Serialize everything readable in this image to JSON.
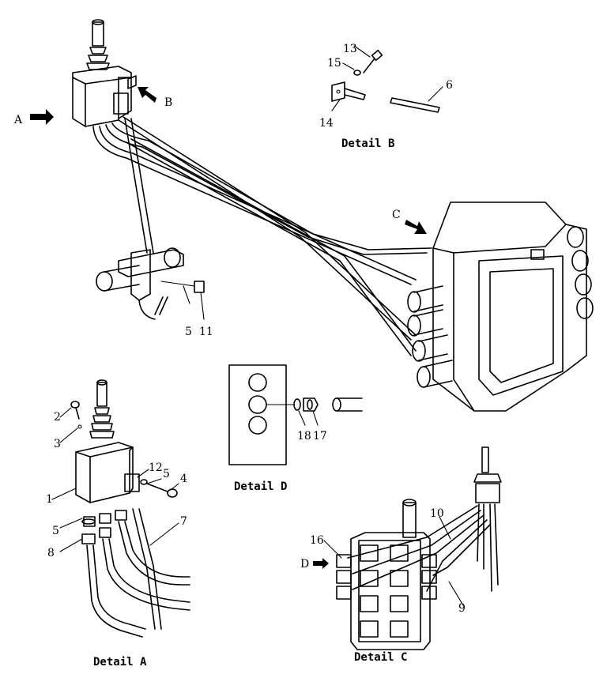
{
  "views": {
    "A": "A",
    "B": "B",
    "C": "C",
    "D": "D"
  },
  "captions": {
    "detail_a": "Detail A",
    "detail_b": "Detail B",
    "detail_c": "Detail C",
    "detail_d": "Detail D"
  },
  "parts": {
    "p1": "1",
    "p2": "2",
    "p3": "3",
    "p4": "4",
    "p5": "5",
    "p6": "6",
    "p7": "7",
    "p8": "8",
    "p9": "9",
    "p10": "10",
    "p11": "11",
    "p12": "12",
    "p13": "13",
    "p14": "14",
    "p15": "15",
    "p16": "16",
    "p17": "17",
    "p18": "18"
  }
}
